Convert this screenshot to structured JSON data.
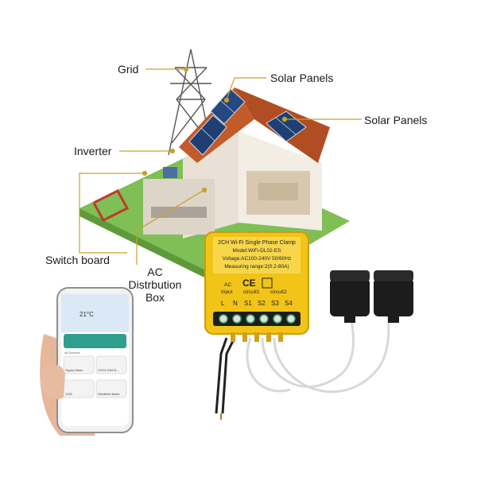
{
  "labels": {
    "grid": "Grid",
    "solar_panels_1": "Solar Panels",
    "solar_panels_2": "Solar Panels",
    "inverter": "Inverter",
    "switch_board": "Switch board",
    "ac_box_line1": "AC",
    "ac_box_line2": "Distrbution",
    "ac_box_line3": "Box"
  },
  "device": {
    "title": "2CH Wi-Fi Single Phase Clamp",
    "model": "Model:WiFi-DL02-ES",
    "voltage": "Voltage:AC100-240V 50/60Hz",
    "range": "Measuring range:2(0.2-80A)",
    "ac_label": "AC",
    "input_label": "Input",
    "circuit1_label": "circuit1",
    "circuit2_label": "circuit2",
    "terminals": [
      "L",
      "N",
      "S1",
      "S2",
      "S3",
      "S4"
    ],
    "ce_mark": "CE",
    "body_color": "#f2c418"
  },
  "phone": {
    "temperature": "21°C",
    "devices_tab": "All Devices",
    "tile1": "Sigma Meter",
    "tile2": "XXXX-ENCR...",
    "tile3": "1292",
    "tile4": "Windfield Meter"
  },
  "colors": {
    "lawn": "#7fbf55",
    "roof": "#c25a2a",
    "leader": "#c9a227"
  }
}
